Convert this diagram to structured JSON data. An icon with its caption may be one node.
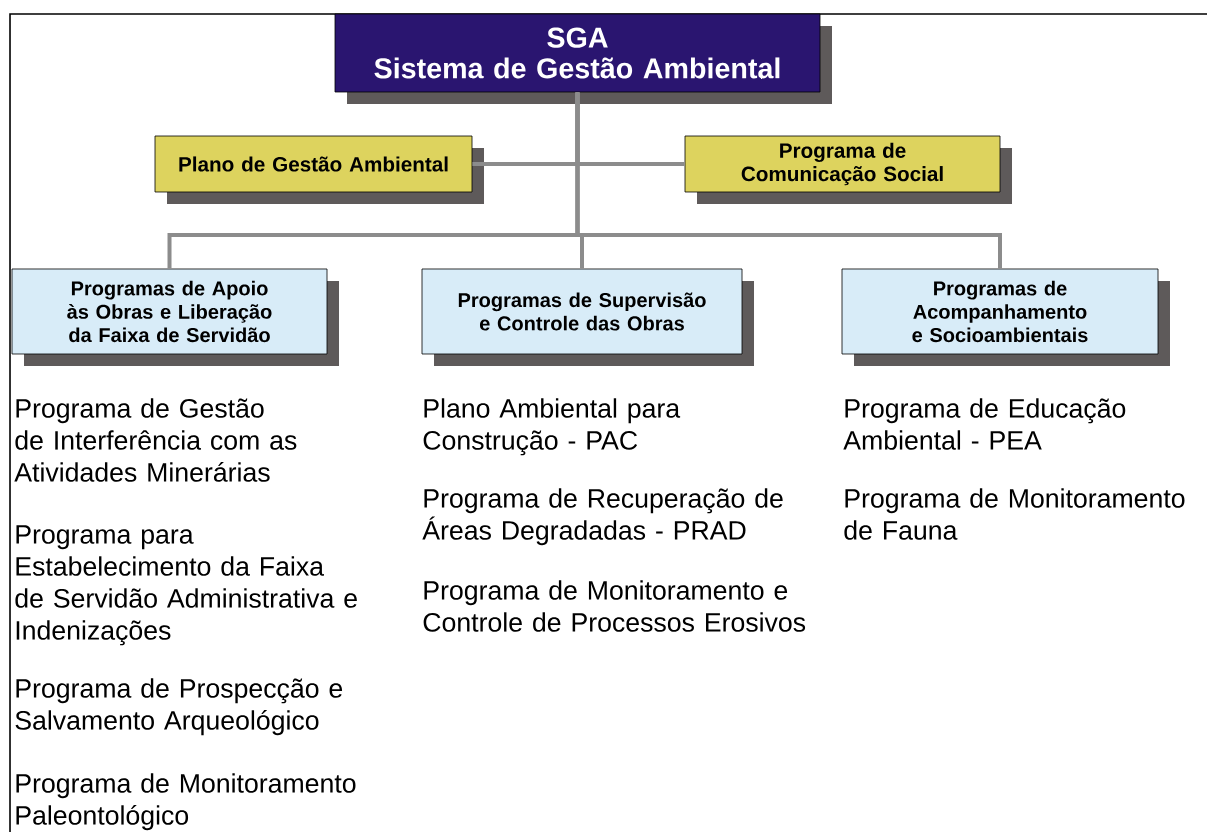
{
  "diagram": {
    "nodes": [
      {
        "text": [
          "SGA",
          "Sistema de Gestão Ambiental"
        ]
      },
      {
        "text": [
          "Plano de Gestão Ambiental"
        ]
      },
      {
        "text": [
          "Programa de Comunicação Social"
        ]
      },
      {
        "text": [
          "Programas de Apoio às Obras e Liberação da Faixa de Servidão"
        ]
      },
      {
        "text": [
          "Programas de Supervisão e Controle das Obras"
        ]
      },
      {
        "text": [
          "Programas de Acompanhamento e Socioambientais"
        ]
      }
    ],
    "edges": [
      {
        "from": 0,
        "to": 1,
        "arrow": "none"
      },
      {
        "from": 0,
        "to": 2,
        "arrow": "none"
      },
      {
        "from": 0,
        "to": 3,
        "arrow": "none"
      },
      {
        "from": 0,
        "to": 4,
        "arrow": "none"
      },
      {
        "from": 0,
        "to": 5,
        "arrow": "none"
      }
    ],
    "labels": [
      "Programa de Gestão de Interferência com as Atividades Minerárias",
      "Programa para Estabelecimento da Faixa de Servidão Administrativa e Indenizações",
      "Programa de Prospecção e Salvamento Arqueológico",
      "Programa de Monitoramento Paleontológico",
      "Plano Ambiental para Construção - PAC",
      "Programa de Recuperação de Áreas Degradadas - PRAD",
      "Programa de Monitoramento e Controle de Processos Erosivos",
      "Programa de Educação Ambiental - PEA",
      "Programa de Monitoramento de Fauna"
    ]
  }
}
